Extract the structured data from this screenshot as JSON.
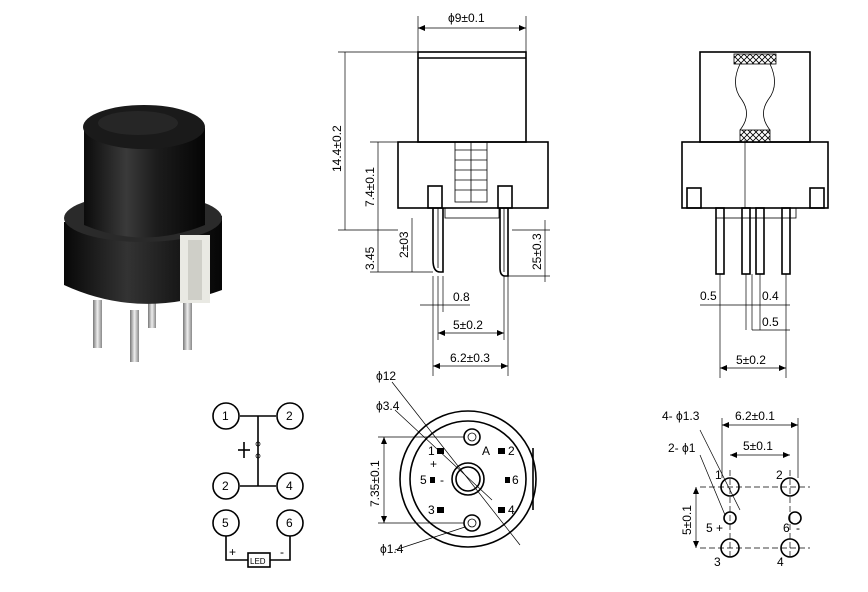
{
  "dimensions": {
    "cap_diameter": "ϕ9±0.1",
    "total_height": "14.4±0.2",
    "body_height": "7.4±0.1",
    "pin_length": "3.45",
    "pin_short": "2±03",
    "pin_long": "25±0.3",
    "pin_width": "0.8",
    "pin_pitch_front": "5±0.2",
    "pin_span_front": "6.2±0.3",
    "side_gap_a": "0.5",
    "side_thick": "0.4",
    "side_gap_b": "0.5",
    "pin_pitch_side": "5±0.2",
    "bottom_outer": "ϕ12",
    "bottom_lens": "ϕ3.4",
    "bottom_vertical": "7.35±0.1",
    "bottom_hole": "ϕ1.4",
    "bottom_marker": "A",
    "pcb_holes_big": "4- ϕ1.3",
    "pcb_holes_small": "2- ϕ1",
    "pcb_span": "6.2±0.1",
    "pcb_pitch": "5±0.1",
    "pcb_vertical": "5±0.1"
  },
  "bottom_pins": [
    "1",
    "2",
    "3",
    "4",
    "5",
    "6"
  ],
  "bottom_signs": [
    "+",
    "-"
  ],
  "pcb_labels": [
    "1",
    "2",
    "3",
    "4",
    "5",
    "6"
  ],
  "pcb_signs": [
    "+",
    "-"
  ],
  "schematic": {
    "nodes": [
      "1",
      "2",
      "2",
      "4",
      "5",
      "6"
    ],
    "led_label": "LED",
    "plus": "+",
    "minus": "-"
  }
}
